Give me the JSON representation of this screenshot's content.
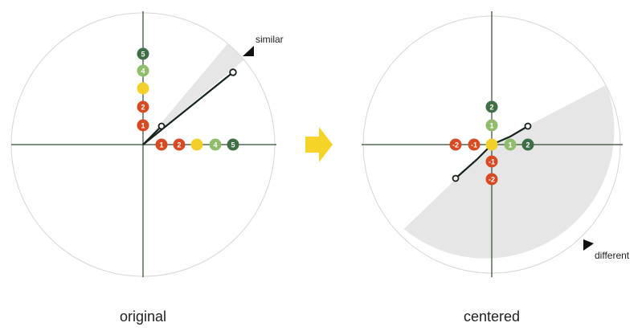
{
  "left_panel": {
    "caption": "original",
    "note": "similar",
    "vertical_dots": [
      {
        "label": "1",
        "color": "#d84a22"
      },
      {
        "label": "2",
        "color": "#d84a22"
      },
      {
        "label": "",
        "color": "#f2cf2a"
      },
      {
        "label": "4",
        "color": "#8fbd6c"
      },
      {
        "label": "5",
        "color": "#3f6f44"
      }
    ],
    "horizontal_dots": [
      {
        "label": "1",
        "color": "#d84a22"
      },
      {
        "label": "2",
        "color": "#d84a22"
      },
      {
        "label": "",
        "color": "#f2cf2a"
      },
      {
        "label": "4",
        "color": "#8fbd6c"
      },
      {
        "label": "5",
        "color": "#3f6f44"
      }
    ]
  },
  "right_panel": {
    "caption": "centered",
    "note": "different",
    "vertical_dots": [
      {
        "label": "2",
        "color": "#3f6f44"
      },
      {
        "label": "1",
        "color": "#8fbd6c"
      },
      {
        "label": "",
        "color": "#f2cf2a"
      },
      {
        "label": "-1",
        "color": "#d84a22"
      },
      {
        "label": "-2",
        "color": "#d84a22"
      }
    ],
    "horizontal_dots": [
      {
        "label": "-2",
        "color": "#d84a22"
      },
      {
        "label": "-1",
        "color": "#d84a22"
      },
      {
        "label": "",
        "color": "#f2cf2a"
      },
      {
        "label": "1",
        "color": "#8fbd6c"
      },
      {
        "label": "2",
        "color": "#3f6f44"
      }
    ]
  },
  "colors": {
    "arrow": "#f5d327",
    "sector": "#e6e6e6",
    "circle": "#d6d6d6",
    "axis": "#2f4a2f",
    "vector": "#16241a"
  }
}
